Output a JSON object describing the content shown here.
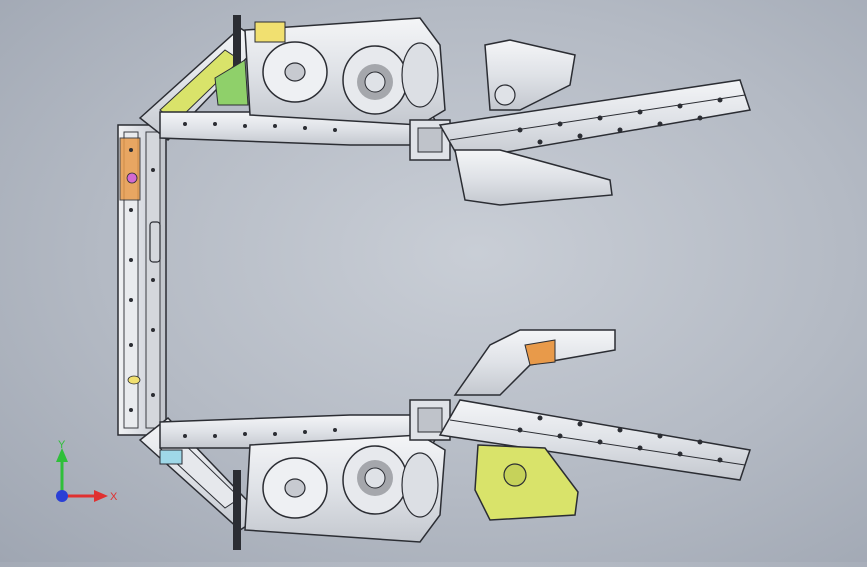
{
  "viewport": {
    "name": "3d-model-viewport",
    "background_top": "#c9ced6",
    "background_bottom": "#9fa6b2"
  },
  "model": {
    "description_colors": {
      "steel": "#e6e8ec",
      "edge": "#2b2d33",
      "dark": "#4a4d55",
      "yellow_part": "#d9e36a",
      "green_part": "#8fd06a",
      "orange_part": "#e89a4a",
      "cyan_part": "#9fd8e8",
      "magenta_part": "#d36ad0"
    }
  },
  "triad": {
    "y_label": "Y",
    "x_label": "X",
    "y_color": "#2fbf3a",
    "x_color": "#e03030",
    "z_color": "#2a3fd6"
  }
}
